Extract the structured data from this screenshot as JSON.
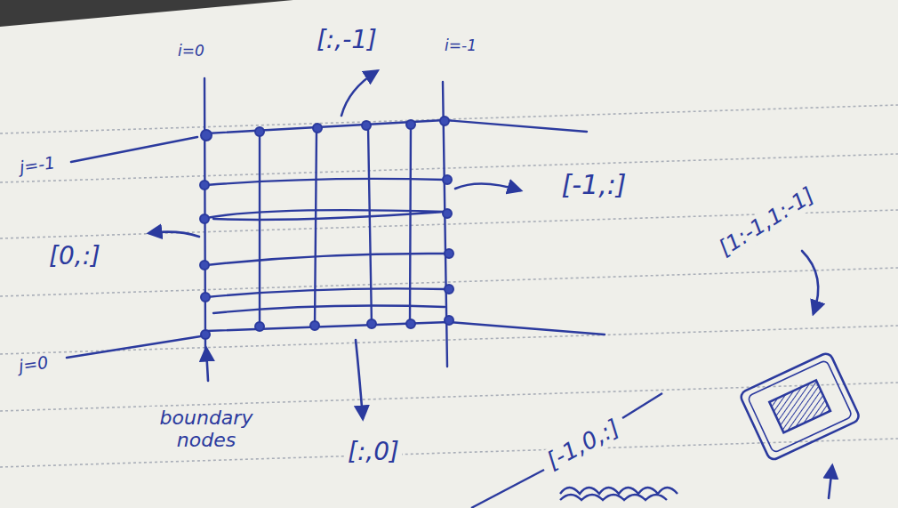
{
  "diagram": {
    "labels": [
      "i=0",
      "[:,-1]",
      "i=-1",
      "j=-1",
      "[-1,:]",
      "[0,:]",
      "j=0",
      "boundary nodes",
      "[:,0]",
      "[1:-1,1:-1]",
      "[-1,0,:]"
    ]
  }
}
